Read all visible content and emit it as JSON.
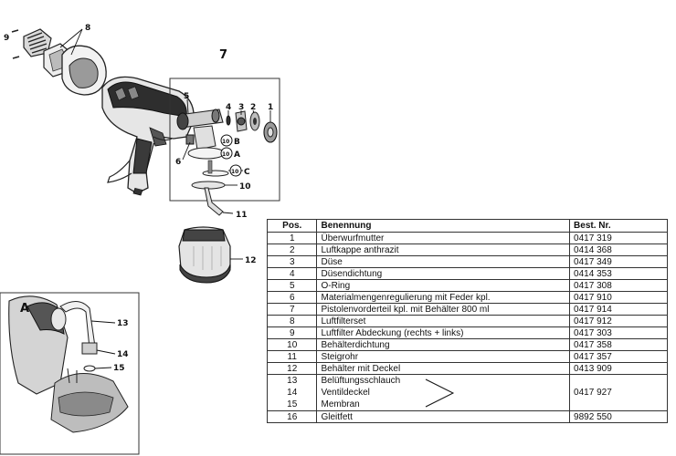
{
  "callouts": {
    "c1": "1",
    "c2": "2",
    "c3": "3",
    "c4": "4",
    "c5": "5",
    "c6": "6",
    "c7": "7",
    "c8": "8",
    "c9": "9",
    "c10": "10",
    "c11": "11",
    "c12": "12",
    "c13": "13",
    "c14": "14",
    "c15": "15",
    "marker_a": "A",
    "marker_b": "B",
    "marker_c": "C",
    "ring_a": "10",
    "ring_b": "10",
    "ring_c": "10",
    "inset_a": "A"
  },
  "table": {
    "headers": {
      "pos": "Pos.",
      "name": "Benennung",
      "nr": "Best. Nr."
    },
    "rows": [
      {
        "pos": "1",
        "name": "Überwurfmutter",
        "nr": "0417 319"
      },
      {
        "pos": "2",
        "name": "Luftkappe anthrazit",
        "nr": "0414 368"
      },
      {
        "pos": "3",
        "name": "Düse",
        "nr": "0417 349"
      },
      {
        "pos": "4",
        "name": "Düsendichtung",
        "nr": "0414 353"
      },
      {
        "pos": "5",
        "name": "O-Ring",
        "nr": "0417 308"
      },
      {
        "pos": "6",
        "name": "Materialmengenregulierung mit Feder kpl.",
        "nr": "0417 910"
      },
      {
        "pos": "7",
        "name": "Pistolenvorderteil kpl. mit Behälter 800 ml",
        "nr": "0417 914"
      },
      {
        "pos": "8",
        "name": "Luftfilterset",
        "nr": "0417 912"
      },
      {
        "pos": "9",
        "name": "Luftfilter Abdeckung (rechts + links)",
        "nr": "0417 303"
      },
      {
        "pos": "10",
        "name": "Behälterdichtung",
        "nr": "0417 358"
      },
      {
        "pos": "11",
        "name": "Steigrohr",
        "nr": "0417 357"
      },
      {
        "pos": "12",
        "name": "Behälter mit Deckel",
        "nr": "0413 909"
      }
    ],
    "group": {
      "pos": [
        "13",
        "14",
        "15"
      ],
      "names": [
        "Belüftungsschlauch",
        "Ventildeckel",
        "Membran"
      ],
      "nr": "0417 927"
    },
    "last": {
      "pos": "16",
      "name": "Gleitfett",
      "nr": "9892 550"
    }
  }
}
